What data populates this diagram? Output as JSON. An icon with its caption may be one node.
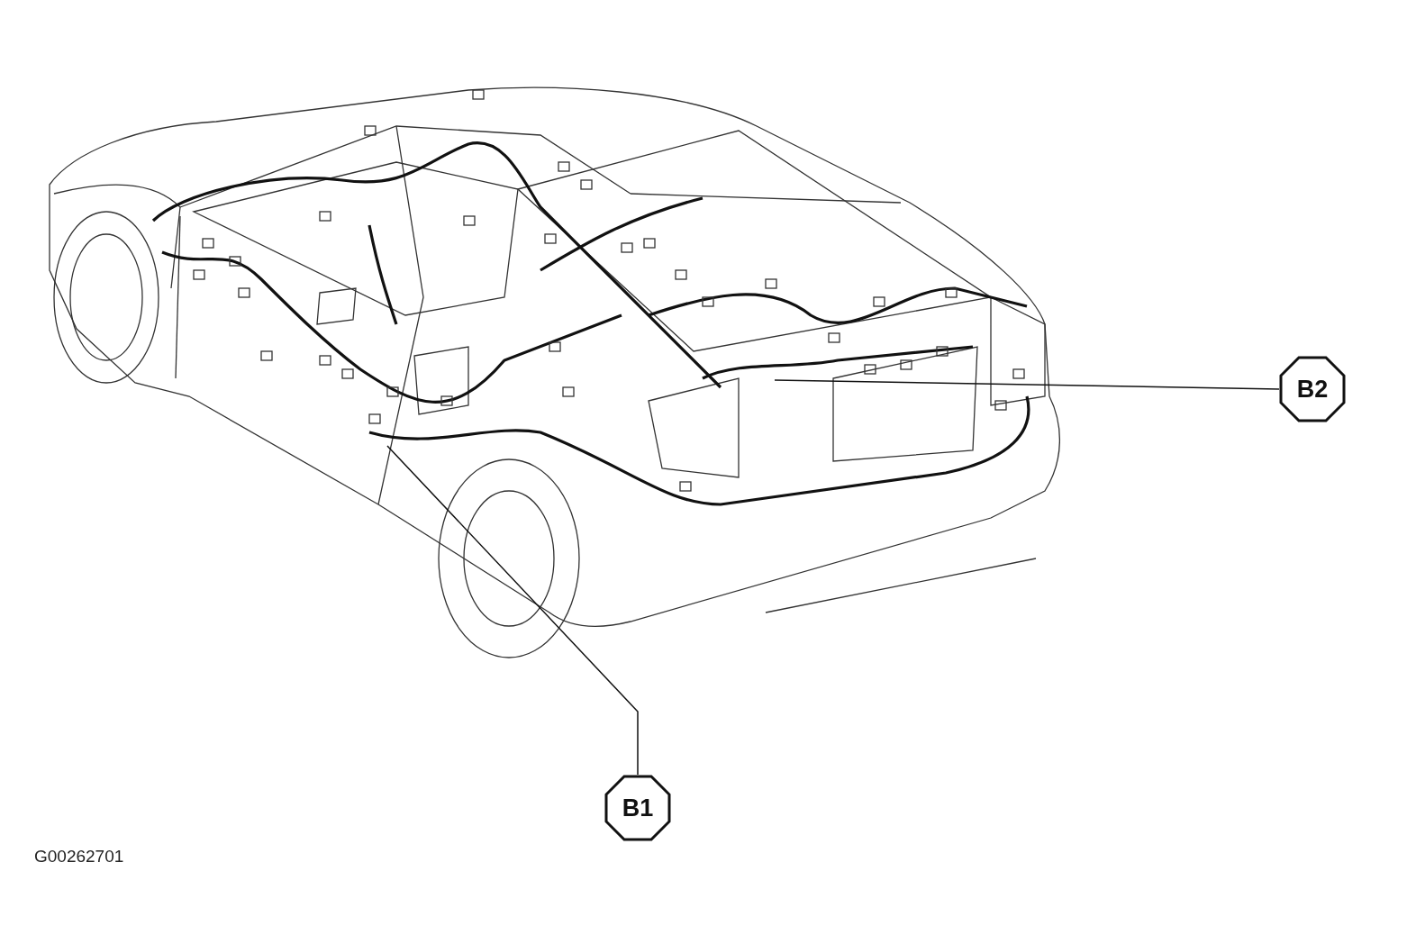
{
  "diagram": {
    "nodes": [
      {
        "text": [
          "B1"
        ]
      },
      {
        "text": [
          "B2"
        ]
      }
    ],
    "edges": [
      {
        "from": 0,
        "to": null,
        "arrow": "none"
      },
      {
        "from": 1,
        "to": null,
        "arrow": "none"
      }
    ],
    "labels": [
      "G00262701"
    ]
  }
}
